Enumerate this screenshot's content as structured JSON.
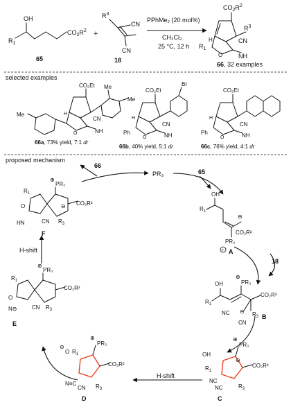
{
  "reaction": {
    "reagent_line1": "PPhMe₂ (20 mol%)",
    "reagent_line2": "CH₂Cl₂",
    "reagent_line3": "25 °C, 12 h",
    "label_allenoate": "65",
    "label_alkene": "18",
    "label_product": "66",
    "product_suffix": ", 32 examples",
    "plus": "+"
  },
  "examples": {
    "heading": "selected examples",
    "items": [
      {
        "id": "66a",
        "caption": ", 73% yield, 7:1 ",
        "dr": "dr"
      },
      {
        "id": "66b",
        "caption": ", 40% yield, 5:1 ",
        "dr": "dr"
      },
      {
        "id": "66c",
        "caption": ", 76% yield, 4:1 ",
        "dr": "dr"
      }
    ]
  },
  "mechanism": {
    "heading": "proposed mechanism",
    "catalyst": "PR₃",
    "input_65": "65",
    "output_66": "66",
    "input_18": "18",
    "hshift_1": "H-shift",
    "hshift_2": "H-shift",
    "intermediates": [
      "A",
      "B",
      "C",
      "D",
      "E",
      "F"
    ]
  },
  "colors": {
    "highlight": "#e8401c",
    "ink": "#111111"
  }
}
